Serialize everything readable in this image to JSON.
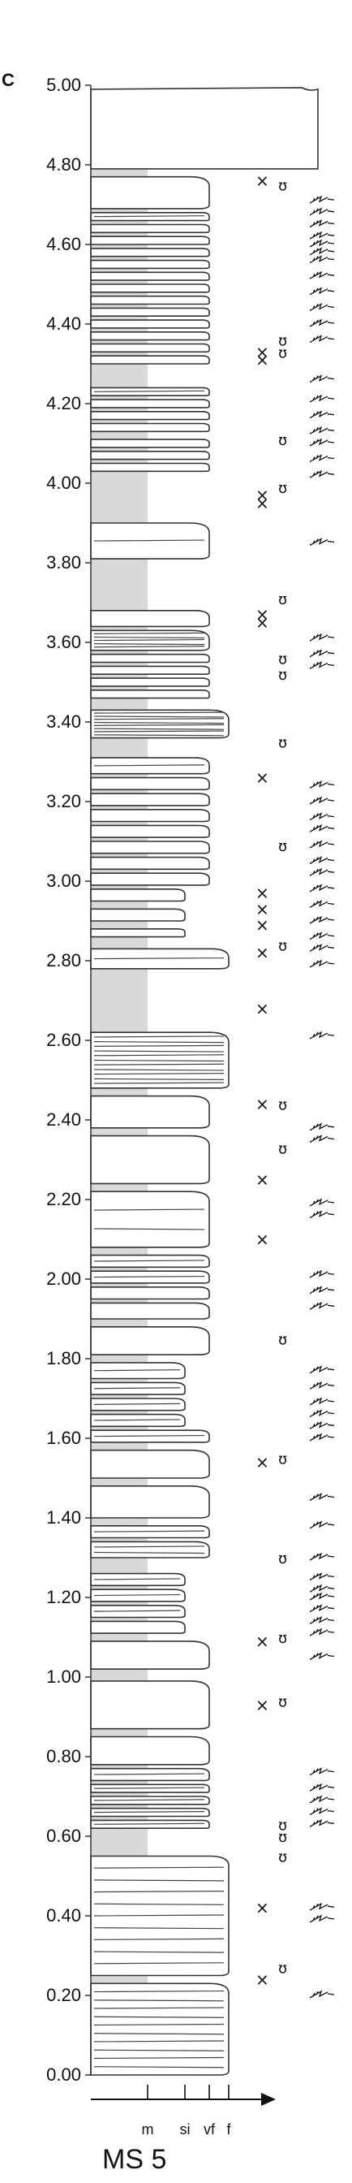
{
  "panel_label": "C",
  "section_name": "MS 5",
  "depth_axis": {
    "min": 0.0,
    "max": 5.0,
    "tick_labels": [
      "0.00",
      "0.20",
      "0.40",
      "0.60",
      "0.80",
      "1.00",
      "1.20",
      "1.40",
      "1.60",
      "1.80",
      "2.00",
      "2.20",
      "2.40",
      "2.60",
      "2.80",
      "3.00",
      "3.20",
      "3.40",
      "3.60",
      "3.80",
      "4.00",
      "4.20",
      "4.40",
      "4.60",
      "4.80",
      "5.00"
    ]
  },
  "grain_axis": {
    "tick_labels": [
      "m",
      "si",
      "vf",
      "f"
    ]
  },
  "symbols": {
    "burrow_cross": "×",
    "bioturbation": "ʊ",
    "ripple": "ripple-lamination-icon"
  },
  "colors": {
    "outline": "#333333",
    "shading": "#d9d9d9",
    "lamina": "#444444"
  },
  "beds": [
    {
      "base": 0.0,
      "top": 0.23,
      "grain": "f",
      "lam": 10
    },
    {
      "base": 0.25,
      "top": 0.55,
      "grain": "f",
      "lam": 9
    },
    {
      "base": 0.62,
      "top": 0.64,
      "grain": "vf",
      "lam": 1
    },
    {
      "base": 0.65,
      "top": 0.67,
      "grain": "vf",
      "lam": 1
    },
    {
      "base": 0.68,
      "top": 0.7,
      "grain": "vf",
      "lam": 1
    },
    {
      "base": 0.71,
      "top": 0.73,
      "grain": "vf",
      "lam": 1
    },
    {
      "base": 0.74,
      "top": 0.77,
      "grain": "vf",
      "lam": 1
    },
    {
      "base": 0.78,
      "top": 0.85,
      "grain": "vf",
      "lam": 0
    },
    {
      "base": 0.87,
      "top": 0.99,
      "grain": "vf",
      "lam": 0
    },
    {
      "base": 1.02,
      "top": 1.09,
      "grain": "vf",
      "lam": 0
    },
    {
      "base": 1.11,
      "top": 1.14,
      "grain": "si",
      "lam": 0
    },
    {
      "base": 1.15,
      "top": 1.18,
      "grain": "si",
      "lam": 1
    },
    {
      "base": 1.19,
      "top": 1.22,
      "grain": "si",
      "lam": 1
    },
    {
      "base": 1.23,
      "top": 1.26,
      "grain": "si",
      "lam": 1
    },
    {
      "base": 1.3,
      "top": 1.34,
      "grain": "vf",
      "lam": 2
    },
    {
      "base": 1.35,
      "top": 1.38,
      "grain": "vf",
      "lam": 1
    },
    {
      "base": 1.4,
      "top": 1.48,
      "grain": "vf",
      "lam": 0
    },
    {
      "base": 1.5,
      "top": 1.57,
      "grain": "vf",
      "lam": 0
    },
    {
      "base": 1.59,
      "top": 1.62,
      "grain": "vf",
      "lam": 1
    },
    {
      "base": 1.63,
      "top": 1.66,
      "grain": "si",
      "lam": 1
    },
    {
      "base": 1.67,
      "top": 1.7,
      "grain": "si",
      "lam": 1
    },
    {
      "base": 1.71,
      "top": 1.74,
      "grain": "si",
      "lam": 1
    },
    {
      "base": 1.75,
      "top": 1.79,
      "grain": "si",
      "lam": 1
    },
    {
      "base": 1.81,
      "top": 1.88,
      "grain": "vf",
      "lam": 0
    },
    {
      "base": 1.9,
      "top": 1.94,
      "grain": "vf",
      "lam": 0
    },
    {
      "base": 1.95,
      "top": 1.98,
      "grain": "vf",
      "lam": 0
    },
    {
      "base": 1.99,
      "top": 2.02,
      "grain": "vf",
      "lam": 1
    },
    {
      "base": 2.03,
      "top": 2.06,
      "grain": "vf",
      "lam": 1
    },
    {
      "base": 2.08,
      "top": 2.22,
      "grain": "vf",
      "lam": 2
    },
    {
      "base": 2.24,
      "top": 2.36,
      "grain": "vf",
      "lam": 0
    },
    {
      "base": 2.38,
      "top": 2.46,
      "grain": "vf",
      "lam": 0
    },
    {
      "base": 2.48,
      "top": 2.62,
      "grain": "f",
      "lam": 11
    },
    {
      "base": 2.78,
      "top": 2.83,
      "grain": "f",
      "lam": 1
    },
    {
      "base": 2.86,
      "top": 2.88,
      "grain": "si",
      "lam": 0
    },
    {
      "base": 2.9,
      "top": 2.93,
      "grain": "si",
      "lam": 0
    },
    {
      "base": 2.95,
      "top": 2.98,
      "grain": "si",
      "lam": 0
    },
    {
      "base": 2.99,
      "top": 3.02,
      "grain": "vf",
      "lam": 0
    },
    {
      "base": 3.03,
      "top": 3.06,
      "grain": "vf",
      "lam": 0
    },
    {
      "base": 3.07,
      "top": 3.1,
      "grain": "vf",
      "lam": 0
    },
    {
      "base": 3.11,
      "top": 3.14,
      "grain": "vf",
      "lam": 0
    },
    {
      "base": 3.15,
      "top": 3.18,
      "grain": "vf",
      "lam": 0
    },
    {
      "base": 3.19,
      "top": 3.22,
      "grain": "vf",
      "lam": 0
    },
    {
      "base": 3.23,
      "top": 3.26,
      "grain": "vf",
      "lam": 0
    },
    {
      "base": 3.27,
      "top": 3.31,
      "grain": "vf",
      "lam": 1
    },
    {
      "base": 3.36,
      "top": 3.43,
      "grain": "f",
      "lam": 8
    },
    {
      "base": 3.46,
      "top": 3.48,
      "grain": "vf",
      "lam": 0
    },
    {
      "base": 3.49,
      "top": 3.51,
      "grain": "vf",
      "lam": 0
    },
    {
      "base": 3.52,
      "top": 3.54,
      "grain": "vf",
      "lam": 0
    },
    {
      "base": 3.55,
      "top": 3.57,
      "grain": "vf",
      "lam": 0
    },
    {
      "base": 3.58,
      "top": 3.63,
      "grain": "vf",
      "lam": 5
    },
    {
      "base": 3.64,
      "top": 3.68,
      "grain": "vf",
      "lam": 0
    },
    {
      "base": 3.81,
      "top": 3.9,
      "grain": "vf",
      "lam": 1
    },
    {
      "base": 4.03,
      "top": 4.05,
      "grain": "vf",
      "lam": 0
    },
    {
      "base": 4.06,
      "top": 4.08,
      "grain": "vf",
      "lam": 0
    },
    {
      "base": 4.09,
      "top": 4.11,
      "grain": "vf",
      "lam": 0
    },
    {
      "base": 4.13,
      "top": 4.15,
      "grain": "vf",
      "lam": 0
    },
    {
      "base": 4.16,
      "top": 4.18,
      "grain": "vf",
      "lam": 0
    },
    {
      "base": 4.19,
      "top": 4.21,
      "grain": "vf",
      "lam": 0
    },
    {
      "base": 4.22,
      "top": 4.24,
      "grain": "vf",
      "lam": 1
    },
    {
      "base": 4.3,
      "top": 4.32,
      "grain": "vf",
      "lam": 0
    },
    {
      "base": 4.33,
      "top": 4.35,
      "grain": "vf",
      "lam": 0
    },
    {
      "base": 4.36,
      "top": 4.38,
      "grain": "vf",
      "lam": 0
    },
    {
      "base": 4.39,
      "top": 4.41,
      "grain": "vf",
      "lam": 0
    },
    {
      "base": 4.42,
      "top": 4.44,
      "grain": "vf",
      "lam": 0
    },
    {
      "base": 4.45,
      "top": 4.47,
      "grain": "vf",
      "lam": 0
    },
    {
      "base": 4.48,
      "top": 4.5,
      "grain": "vf",
      "lam": 0
    },
    {
      "base": 4.51,
      "top": 4.53,
      "grain": "vf",
      "lam": 0
    },
    {
      "base": 4.54,
      "top": 4.56,
      "grain": "vf",
      "lam": 0
    },
    {
      "base": 4.57,
      "top": 4.59,
      "grain": "vf",
      "lam": 0
    },
    {
      "base": 4.6,
      "top": 4.62,
      "grain": "vf",
      "lam": 0
    },
    {
      "base": 4.63,
      "top": 4.65,
      "grain": "vf",
      "lam": 0
    },
    {
      "base": 4.66,
      "top": 4.68,
      "grain": "vf",
      "lam": 1
    },
    {
      "base": 4.69,
      "top": 4.77,
      "grain": "vf",
      "lam": 0
    },
    {
      "base": 4.79,
      "top": 4.99,
      "grain": "top",
      "lam": 0
    }
  ],
  "burrow_marks": [
    0.24,
    0.42,
    0.93,
    1.09,
    1.54,
    2.1,
    2.25,
    2.44,
    2.68,
    2.82,
    2.89,
    2.93,
    2.97,
    3.26,
    3.65,
    3.67,
    3.95,
    3.97,
    4.31,
    4.33,
    4.76
  ],
  "bio_marks": [
    0.27,
    0.55,
    0.6,
    0.63,
    0.94,
    1.1,
    1.3,
    1.55,
    1.85,
    2.44,
    2.33,
    2.84,
    3.09,
    3.35,
    3.52,
    3.56,
    3.71,
    3.99,
    4.11,
    4.33,
    4.36,
    4.75
  ],
  "ripple_marks": [
    0.2,
    0.39,
    0.42,
    0.63,
    0.66,
    0.69,
    0.72,
    0.76,
    1.05,
    1.11,
    1.14,
    1.17,
    1.2,
    1.22,
    1.25,
    1.3,
    1.38,
    1.45,
    1.6,
    1.63,
    1.66,
    1.69,
    1.73,
    1.77,
    1.93,
    1.97,
    2.01,
    2.16,
    2.19,
    2.35,
    2.38,
    2.61,
    2.79,
    2.83,
    2.86,
    2.9,
    2.94,
    2.98,
    3.02,
    3.05,
    3.09,
    3.13,
    3.16,
    3.2,
    3.24,
    3.54,
    3.57,
    3.61,
    3.85,
    4.02,
    4.06,
    4.1,
    4.13,
    4.17,
    4.21,
    4.26,
    4.36,
    4.4,
    4.44,
    4.48,
    4.52,
    4.56,
    4.58,
    4.6,
    4.62,
    4.65,
    4.68,
    4.71
  ]
}
